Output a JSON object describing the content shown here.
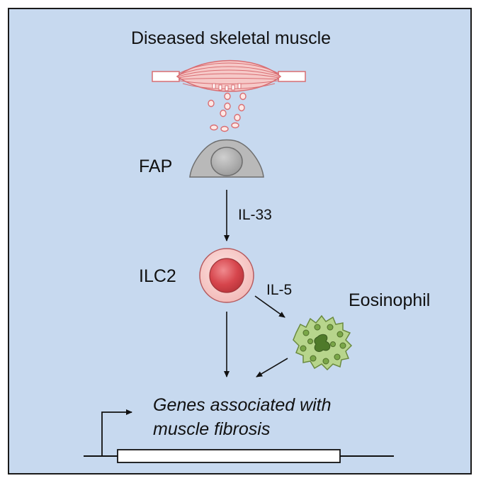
{
  "title": "Diseased skeletal muscle",
  "cells": {
    "fap": "FAP",
    "ilc2": "ILC2",
    "eosinophil": "Eosinophil"
  },
  "signals": {
    "il33": "IL-33",
    "il5": "IL-5"
  },
  "genes": {
    "line1": "Genes associated with",
    "line2": "muscle fibrosis"
  },
  "colors": {
    "background": "#c7d9ef",
    "muscle": "#e8888c",
    "fap": "#b8b8b8",
    "ilc2": "#d9464c",
    "eosinophil": "#b5d48a"
  }
}
